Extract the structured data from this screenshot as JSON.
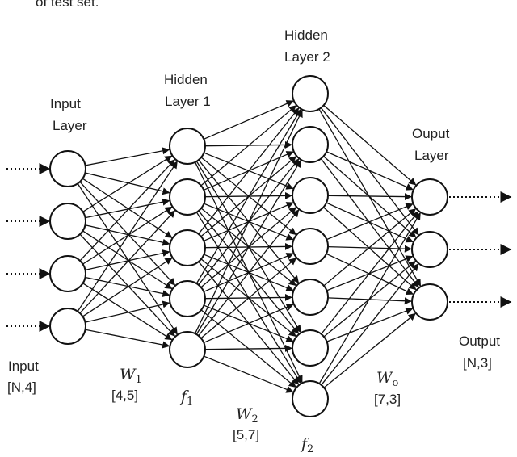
{
  "header": {
    "cutoff_text": "of test set."
  },
  "layers": [
    {
      "name_line1": "Input",
      "name_line2": "Layer",
      "nodes": 4
    },
    {
      "name_line1": "Hidden",
      "name_line2": "Layer 1",
      "nodes": 5
    },
    {
      "name_line1": "Hidden",
      "name_line2": "Layer 2",
      "nodes": 7
    },
    {
      "name_line1": "Ouput",
      "name_line2": "Layer",
      "nodes": 3
    }
  ],
  "input_dim": {
    "label": "Input",
    "shape": "[N,4]"
  },
  "output_dim": {
    "label": "Output",
    "shape": "[N,3]"
  },
  "weights": [
    {
      "symbol": "W",
      "subscript": "1",
      "shape": "[4,5]"
    },
    {
      "symbol": "W",
      "subscript": "2",
      "shape": "[5,7]"
    },
    {
      "symbol": "W",
      "subscript": "o",
      "shape": "[7,3]"
    }
  ],
  "activations": [
    {
      "symbol": "f",
      "subscript": "1"
    },
    {
      "symbol": "f",
      "subscript": "2"
    }
  ]
}
